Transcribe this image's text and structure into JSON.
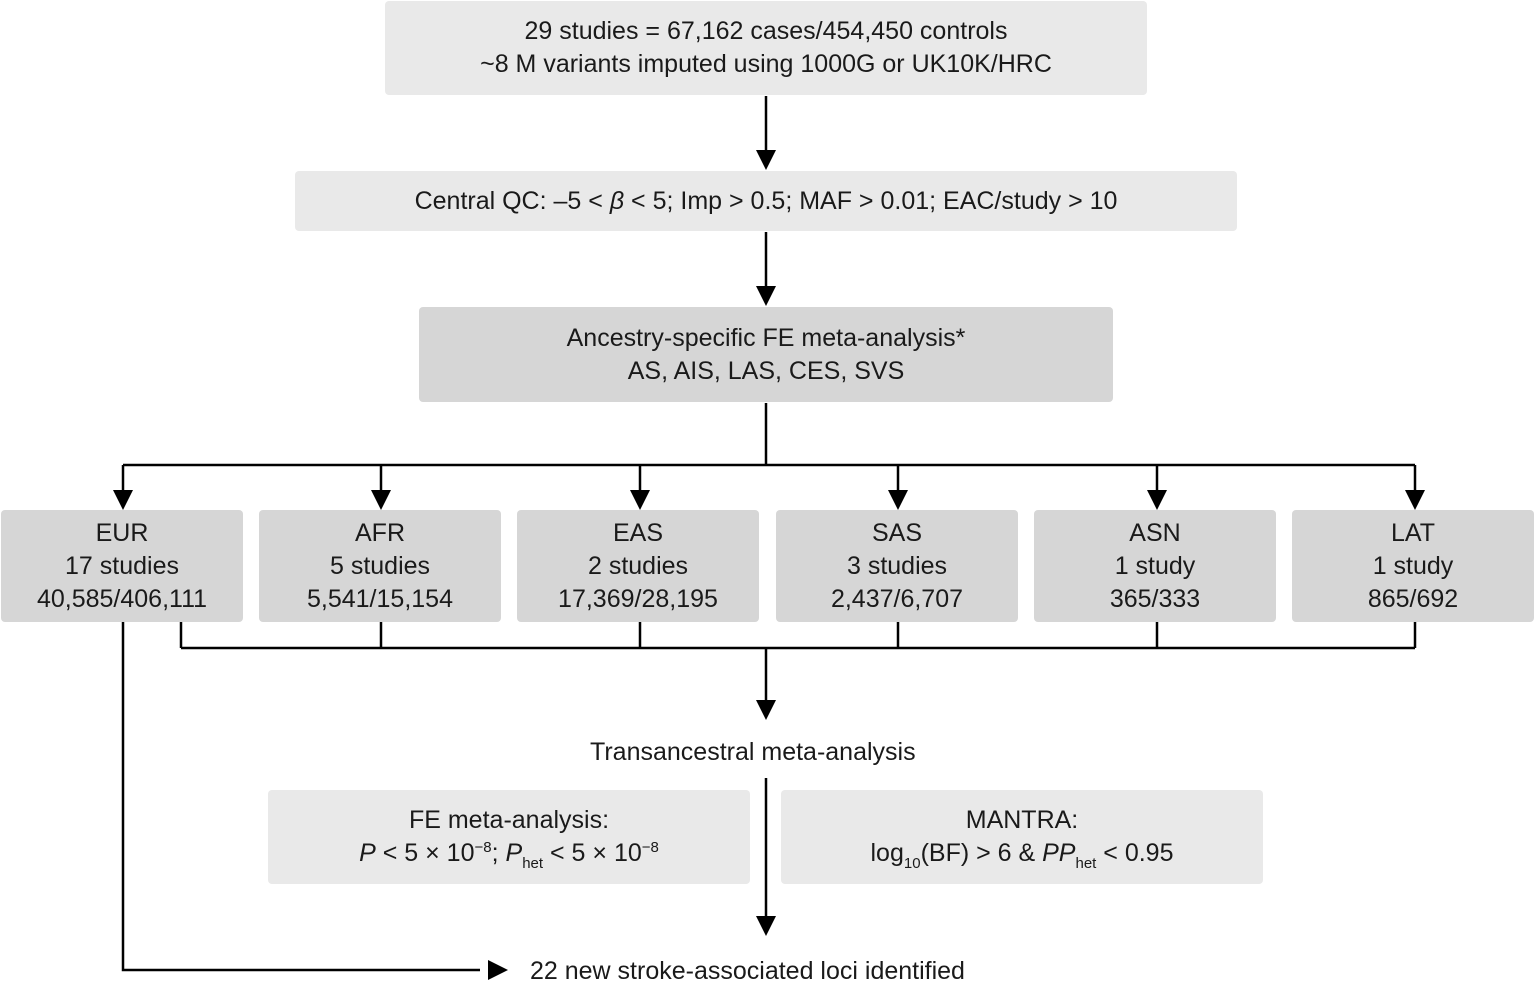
{
  "top_box": {
    "line1": "29 studies = 67,162 cases/454,450 controls",
    "line2": "~8 M variants imputed using 1000G or UK10K/HRC"
  },
  "qc_box": {
    "prefix": "Central QC: –5 < ",
    "beta": "β",
    "suffix": " < 5; Imp > 0.5; MAF > 0.01; EAC/study > 10"
  },
  "ancestry_box": {
    "line1": "Ancestry-specific FE meta-analysis*",
    "line2": "AS, AIS, LAS, CES, SVS"
  },
  "groups": [
    {
      "name": "EUR",
      "studies": "17 studies",
      "counts": "40,585/406,111"
    },
    {
      "name": "AFR",
      "studies": "5 studies",
      "counts": "5,541/15,154"
    },
    {
      "name": "EAS",
      "studies": "2 studies",
      "counts": "17,369/28,195"
    },
    {
      "name": "SAS",
      "studies": "3 studies",
      "counts": "2,437/6,707"
    },
    {
      "name": "ASN",
      "studies": "1 study",
      "counts": "365/333"
    },
    {
      "name": "LAT",
      "studies": "1 study",
      "counts": "865/692"
    }
  ],
  "transancestral_label": "Transancestral meta-analysis",
  "fe_box": {
    "title": "FE meta-analysis:",
    "p": "P",
    "lt1": " < 5 × 10",
    "exp1": "−8",
    "sep": "; ",
    "p_het": "P",
    "het_sub": "het",
    "lt2": " < 5 × 10",
    "exp2": "−8"
  },
  "mantra_box": {
    "title": "MANTRA:",
    "log": "log",
    "log_sub": "10",
    "rest1": "(BF) > 6 & ",
    "pp": "PP",
    "pp_sub": "het",
    "rest2": " < 0.95"
  },
  "result_label": "22 new stroke-associated loci identified"
}
